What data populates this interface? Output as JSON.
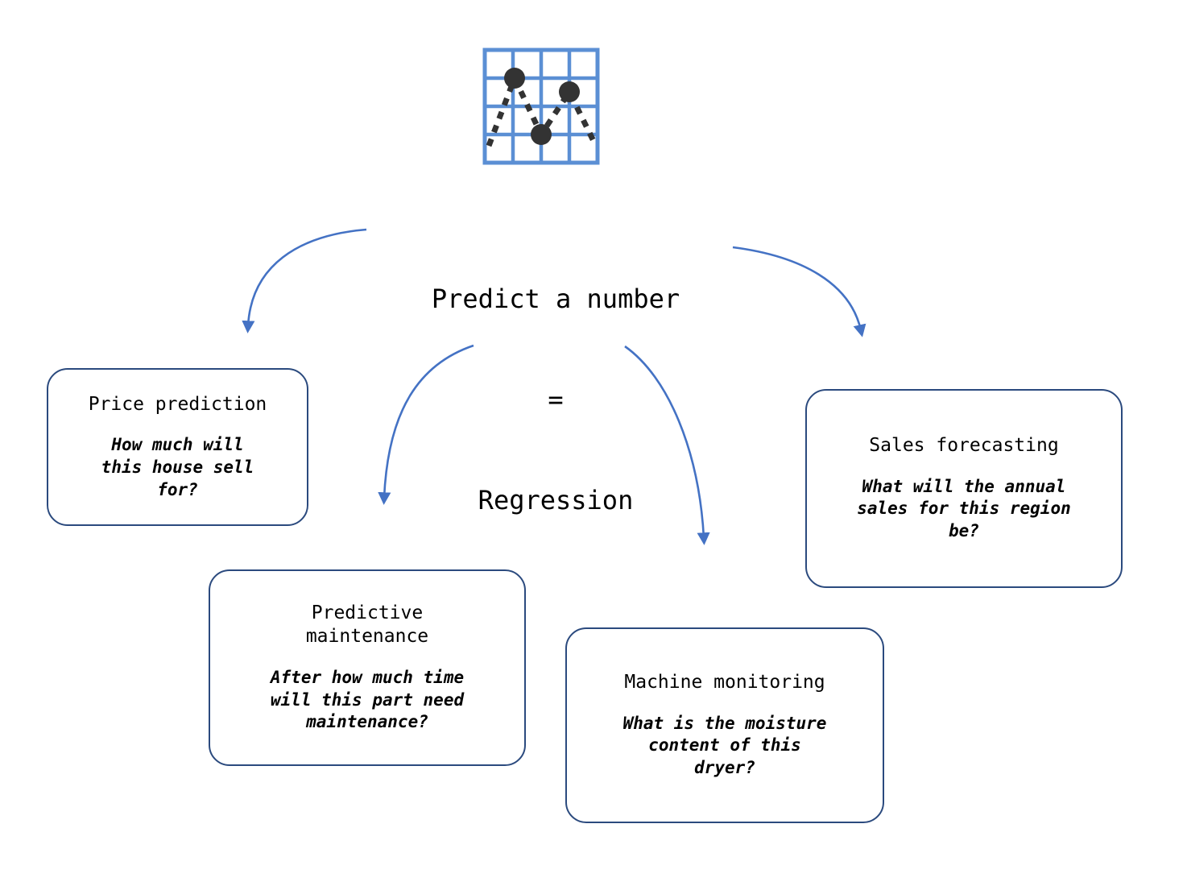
{
  "diagram": {
    "icon": {
      "name": "regression-scatter-grid-icon",
      "grid_color": "#5B8FD4",
      "point_color": "#333333",
      "grid_cells": 4,
      "points": [
        {
          "x": 1.0,
          "y": 0.85
        },
        {
          "x": 2.0,
          "y": 2.45
        },
        {
          "x": 3.05,
          "y": 1.45
        }
      ],
      "connector_style": "dashed"
    },
    "center": {
      "line1": "Predict a number",
      "line2": "=",
      "line3": "Regression"
    },
    "accent_color": "#4472C4",
    "box_border_color": "#2B4A7E",
    "boxes": [
      {
        "id": "price-prediction",
        "title": "Price prediction",
        "question": "How much will\nthis house sell\nfor?"
      },
      {
        "id": "predictive-maintenance",
        "title": "Predictive\nmaintenance",
        "question": "After how much time\nwill this part need\nmaintenance?"
      },
      {
        "id": "machine-monitoring",
        "title": "Machine monitoring",
        "question": "What is the moisture\ncontent of this\ndryer?"
      },
      {
        "id": "sales-forecasting",
        "title": "Sales forecasting",
        "question": "What will the annual\nsales for this region\nbe?"
      }
    ],
    "arrows": [
      {
        "id": "arrow-to-price",
        "from": "center",
        "to": "price-prediction"
      },
      {
        "id": "arrow-to-maintenance",
        "from": "center",
        "to": "predictive-maintenance"
      },
      {
        "id": "arrow-to-machine",
        "from": "center",
        "to": "machine-monitoring"
      },
      {
        "id": "arrow-to-sales",
        "from": "center",
        "to": "sales-forecasting"
      }
    ]
  }
}
